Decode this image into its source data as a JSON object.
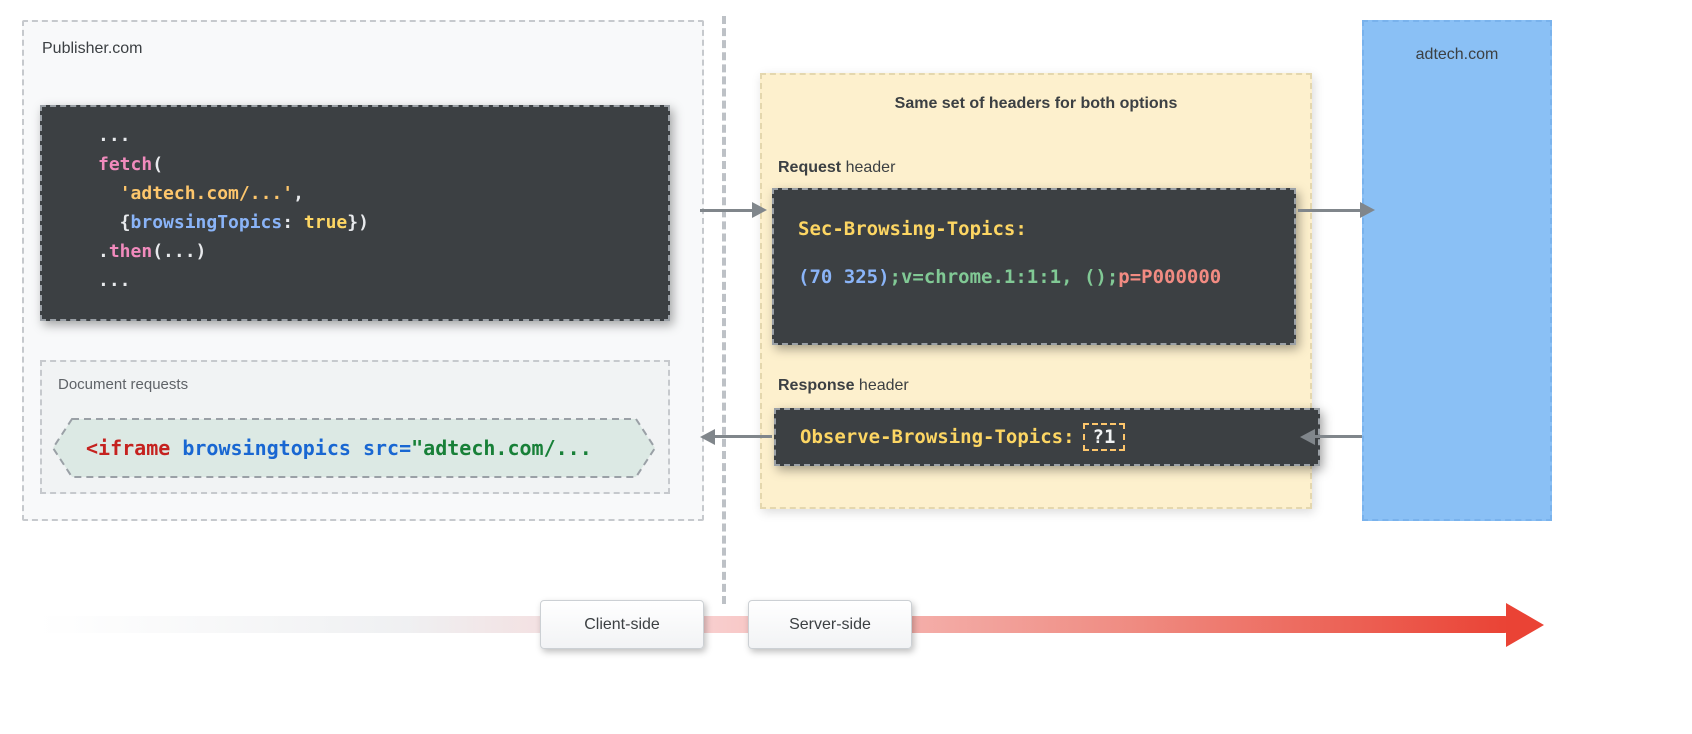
{
  "publisher": {
    "title": "Publisher.com",
    "code": {
      "l1": "...",
      "l2_kw": "fetch",
      "l2_p": "(",
      "l3_ind": "  ",
      "l3_str": "'adtech.com/...'",
      "l3_c": ",",
      "l4_a": "  {",
      "l4_attr": "browsingTopics",
      "l4_b": ": ",
      "l4_bool": "true",
      "l4_c": "})",
      "l5_a": ".",
      "l5_kw": "then",
      "l5_b": "(...)",
      "l6": "..."
    },
    "document_requests": {
      "title": "Document requests",
      "code": {
        "tag": "<iframe",
        "attr": " browsingtopics ",
        "attr2": "src=",
        "val": "\"adtech.com/..."
      }
    }
  },
  "headers_panel": {
    "title": "Same set of headers for both options",
    "request_label_bold": "Request",
    "request_label_rest": " header",
    "request_code": {
      "name": "Sec-Browsing-Topics:",
      "topics": "(70 325)",
      "meta": ";v=chrome.1:1:1, ();",
      "p": "p=P000000"
    },
    "response_label_bold": "Response",
    "response_label_rest": " header",
    "response_code": {
      "name": "Observe-Browsing-Topics:",
      "value": "?1"
    }
  },
  "adtech": {
    "title": "adtech.com"
  },
  "timeline": {
    "client_label": "Client-side",
    "server_label": "Server-side"
  },
  "colors": {
    "code_block_bg": "#3c4043",
    "headers_panel_bg": "#fdf0cd",
    "adtech_bg": "#8ac0f5",
    "iframe_shape_bg": "#dce9e4",
    "token_yellow": "#fdd663",
    "token_orange": "#fdc66c",
    "token_blue": "#8ab4f8",
    "token_green": "#81c995",
    "token_red": "#f28b82",
    "token_pink": "#f18bbd",
    "timeline_red": "#ea4335"
  }
}
